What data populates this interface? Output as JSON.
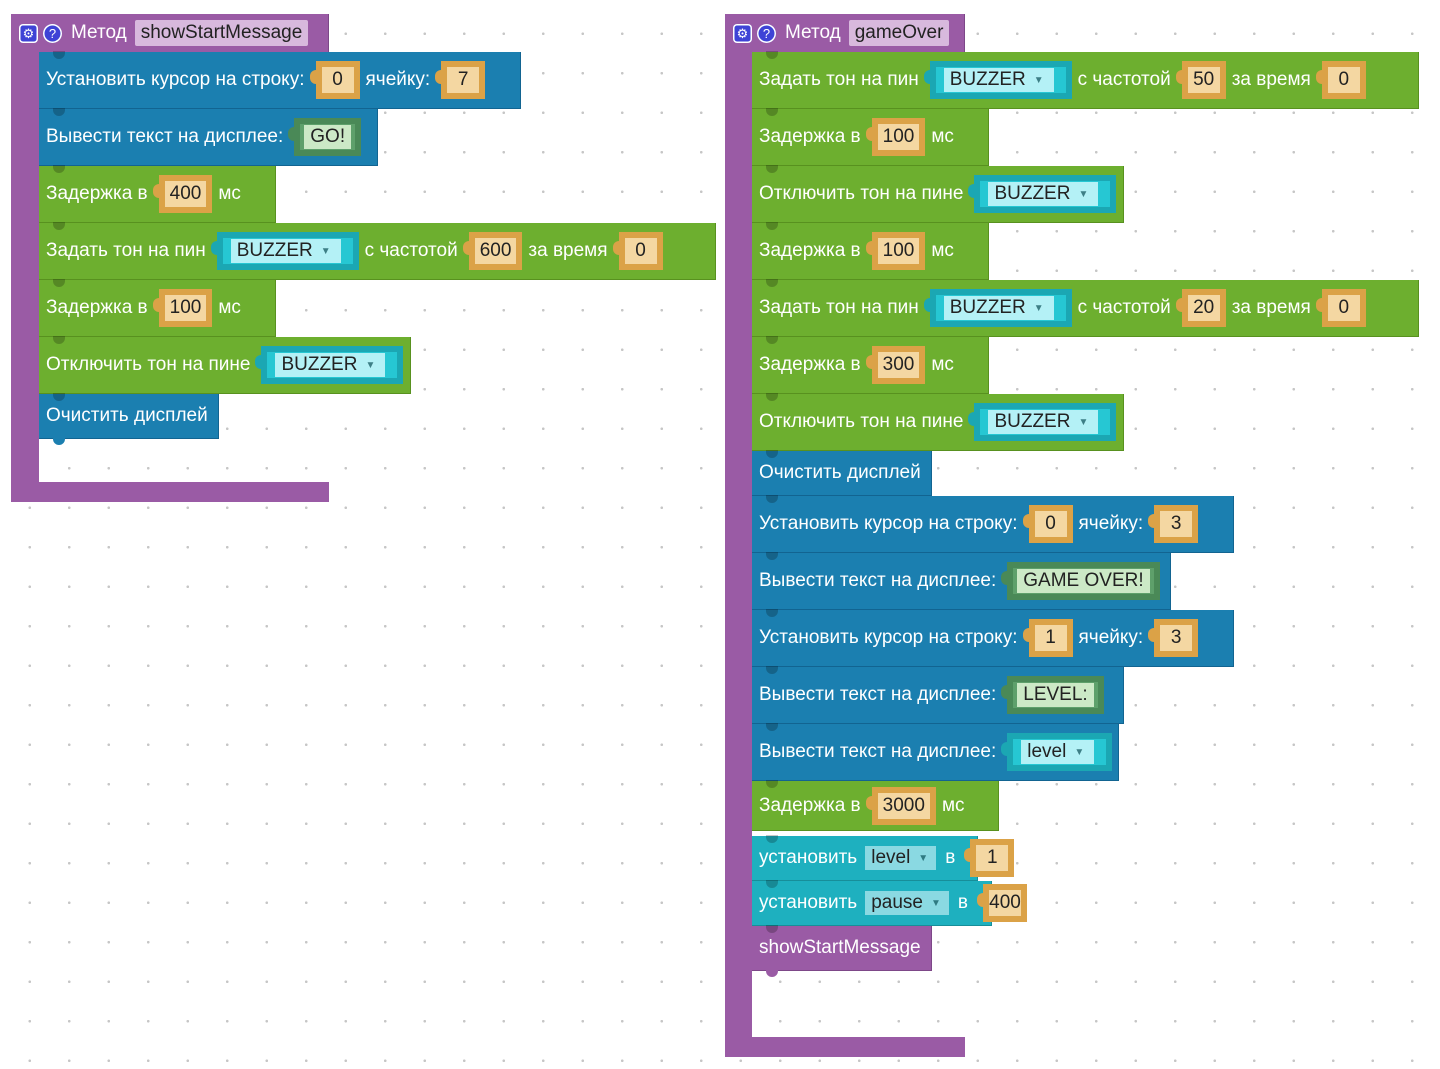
{
  "methods": [
    {
      "word": "Метод",
      "name": "showStartMessage",
      "blocks": [
        {
          "kind": "cursor",
          "label": "Установить курсор на строку:",
          "row": "0",
          "cell_label": "ячейку:",
          "cell": "7"
        },
        {
          "kind": "print",
          "label": "Вывести текст на дисплее:",
          "text": "GO!"
        },
        {
          "kind": "delay",
          "label": "Задержка в",
          "value": "400",
          "unit": "мс"
        },
        {
          "kind": "tone",
          "label": "Задать тон на пин",
          "pin": "BUZZER",
          "freq_label": "с частотой",
          "freq": "600",
          "time_label": "за время",
          "time": "0"
        },
        {
          "kind": "delay",
          "label": "Задержка в",
          "value": "100",
          "unit": "мс"
        },
        {
          "kind": "notone",
          "label": "Отключить тон на пине",
          "pin": "BUZZER"
        },
        {
          "kind": "clear",
          "label": "Очистить дисплей"
        }
      ]
    },
    {
      "word": "Метод",
      "name": "gameOver",
      "blocks": [
        {
          "kind": "tone",
          "label": "Задать тон на пин",
          "pin": "BUZZER",
          "freq_label": "с частотой",
          "freq": "50",
          "time_label": "за время",
          "time": "0"
        },
        {
          "kind": "delay",
          "label": "Задержка в",
          "value": "100",
          "unit": "мс"
        },
        {
          "kind": "notone",
          "label": "Отключить тон на пине",
          "pin": "BUZZER"
        },
        {
          "kind": "delay",
          "label": "Задержка в",
          "value": "100",
          "unit": "мс"
        },
        {
          "kind": "tone",
          "label": "Задать тон на пин",
          "pin": "BUZZER",
          "freq_label": "с частотой",
          "freq": "20",
          "time_label": "за время",
          "time": "0"
        },
        {
          "kind": "delay",
          "label": "Задержка в",
          "value": "300",
          "unit": "мс"
        },
        {
          "kind": "notone",
          "label": "Отключить тон на пине",
          "pin": "BUZZER"
        },
        {
          "kind": "clear",
          "label": "Очистить дисплей"
        },
        {
          "kind": "cursor",
          "label": "Установить курсор на строку:",
          "row": "0",
          "cell_label": "ячейку:",
          "cell": "3"
        },
        {
          "kind": "print",
          "label": "Вывести текст на дисплее:",
          "text": "GAME OVER!"
        },
        {
          "kind": "cursor",
          "label": "Установить курсор на строку:",
          "row": "1",
          "cell_label": "ячейку:",
          "cell": "3"
        },
        {
          "kind": "print",
          "label": "Вывести текст на дисплее:",
          "text": "LEVEL:"
        },
        {
          "kind": "printvar",
          "label": "Вывести текст на дисплее:",
          "var": "level"
        },
        {
          "kind": "delay",
          "label": "Задержка в",
          "value": "3000",
          "unit": "мс"
        },
        {
          "kind": "set",
          "label": "установить",
          "var": "level",
          "to_label": "в",
          "value": "1"
        },
        {
          "kind": "set",
          "label": "установить",
          "var": "pause",
          "to_label": "в",
          "value": "400"
        },
        {
          "kind": "call",
          "label": "showStartMessage"
        }
      ]
    }
  ],
  "icons": {
    "gear": "gear-icon",
    "help": "help-icon",
    "dropdown": "chevron-down-icon"
  },
  "colors": {
    "method": "#9a5ba5",
    "tone": "#6daf2f",
    "display": "#1b7fb0",
    "variable": "#1eb0bf",
    "number": "#dba247"
  }
}
